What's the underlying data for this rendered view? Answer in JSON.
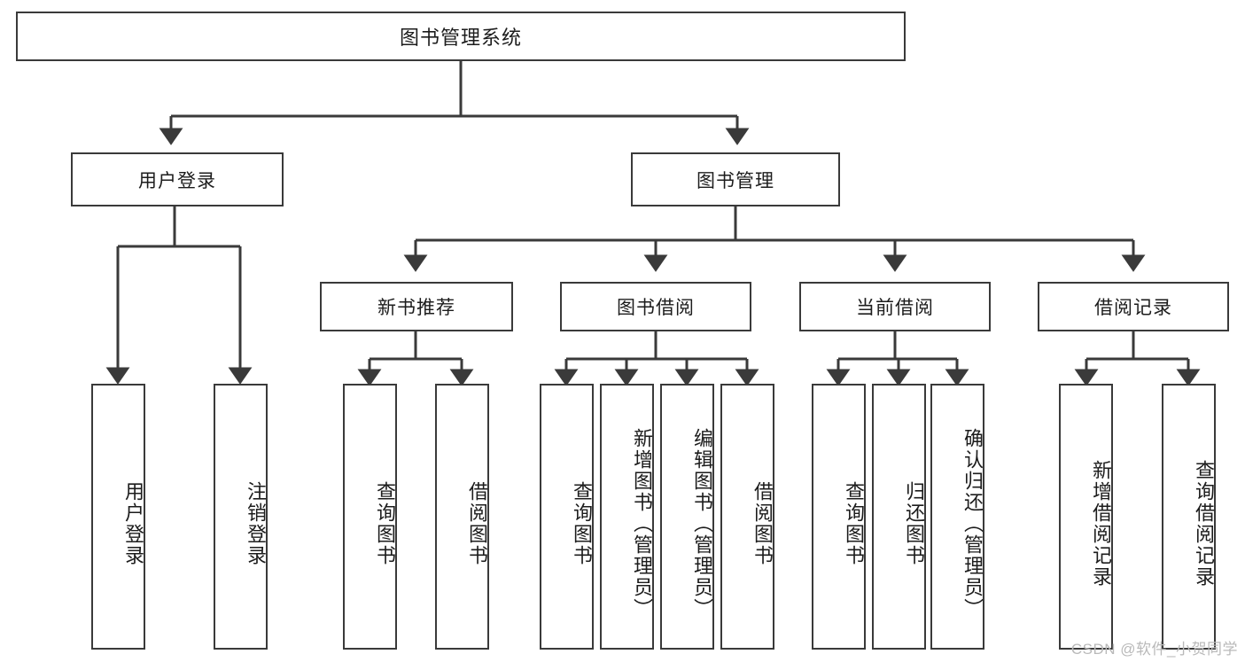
{
  "diagram": {
    "title": "图书管理系统",
    "type": "tree-hierarchy-chart",
    "colors": {
      "box_border": "#3a3a3a",
      "box_fill": "#ffffff",
      "edge": "#3a3a3a",
      "text": "#1c1c1c",
      "watermark": "#b9b9b9"
    },
    "root": {
      "label": "图书管理系统"
    },
    "level2": [
      {
        "label": "用户登录"
      },
      {
        "label": "图书管理"
      }
    ],
    "level3": [
      {
        "label": "新书推荐"
      },
      {
        "label": "图书借阅"
      },
      {
        "label": "当前借阅"
      },
      {
        "label": "借阅记录"
      }
    ],
    "leaves": {
      "user_login": [
        {
          "label": "用户登录"
        },
        {
          "label": "注销登录"
        }
      ],
      "new_book_recommend": [
        {
          "label": "查询图书"
        },
        {
          "label": "借阅图书"
        }
      ],
      "book_borrow": [
        {
          "label": "查询图书"
        },
        {
          "label": "新增图书（管理员）"
        },
        {
          "label": "编辑图书（管理员）"
        },
        {
          "label": "借阅图书"
        }
      ],
      "current_borrow": [
        {
          "label": "查询图书"
        },
        {
          "label": "归还图书"
        },
        {
          "label": "确认归还（管理员）"
        }
      ],
      "borrow_records": [
        {
          "label": "新增借阅记录"
        },
        {
          "label": "查询借阅记录"
        }
      ]
    },
    "watermark": "CSDN @软件_小贺同学"
  }
}
